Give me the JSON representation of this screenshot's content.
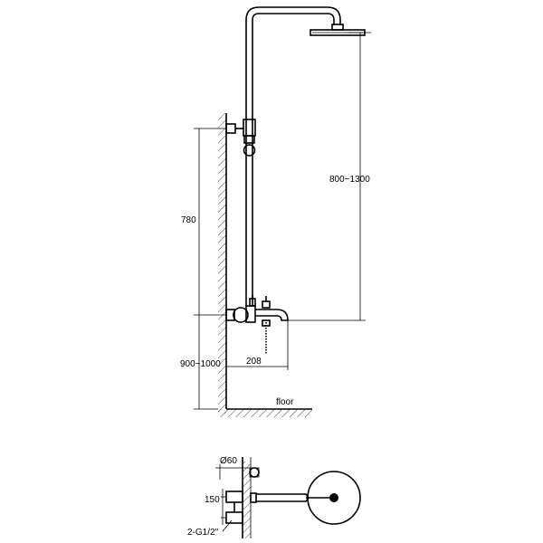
{
  "dimensions": {
    "head_height": "800~1300",
    "bracket_spacing": "780",
    "mixer_height": "900~1000",
    "spout_reach": "208",
    "flange_diameter": "Ø60",
    "inlet_spacing": "150",
    "inlet_thread": "2-G1/2\""
  },
  "labels": {
    "floor": "floor"
  }
}
